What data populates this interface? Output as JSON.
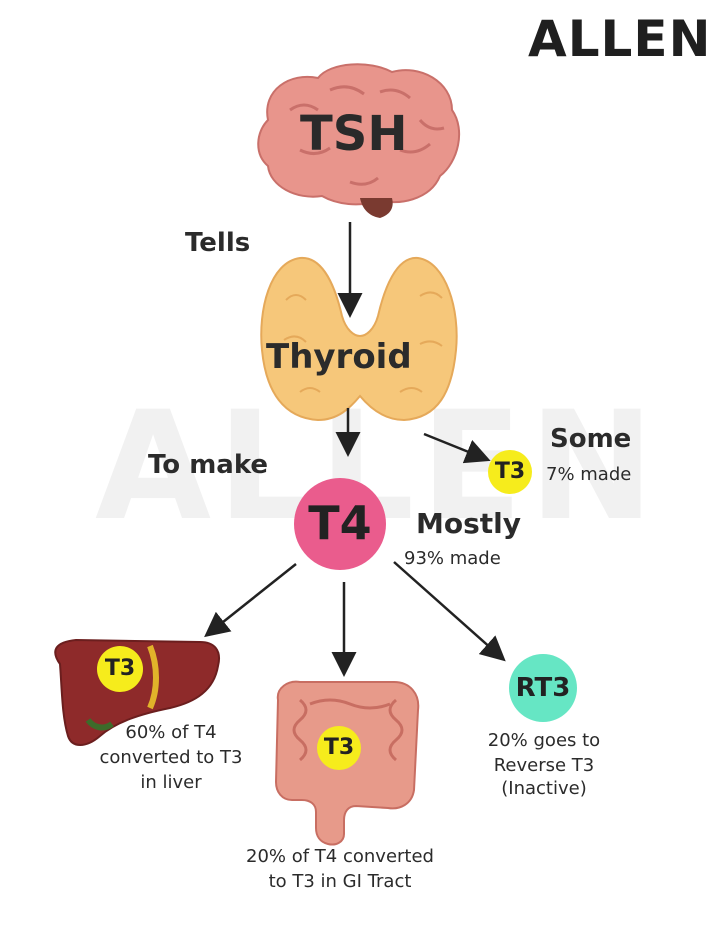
{
  "logo": "ALLEN",
  "watermark": "ALLEN",
  "brain_label": "TSH",
  "tells_label": "Tells",
  "thyroid_label": "Thyroid",
  "to_make_label": "To make",
  "t4_label": "T4",
  "mostly_label": "Mostly",
  "mostly_sub": "93% made",
  "some_label": "Some",
  "some_badge": "T3",
  "some_sub": "7% made",
  "liver": {
    "badge": "T3",
    "line1": "60% of T4",
    "line2": "converted to T3",
    "line3": "in liver"
  },
  "gi": {
    "badge": "T3",
    "line1": "20% of T4 converted",
    "line2": "to T3 in GI Tract"
  },
  "rt3": {
    "badge": "RT3",
    "line1": "20% goes to",
    "line2": "Reverse T3 (Inactive)"
  },
  "colors": {
    "t4": "#ea5c8d",
    "t3": "#f6ec1c",
    "rt3": "#66e6c4",
    "liver": "#8e2a2a",
    "thyroid": "#f6c77a",
    "brain": "#e8958c",
    "intestine": "#e79a8a"
  }
}
